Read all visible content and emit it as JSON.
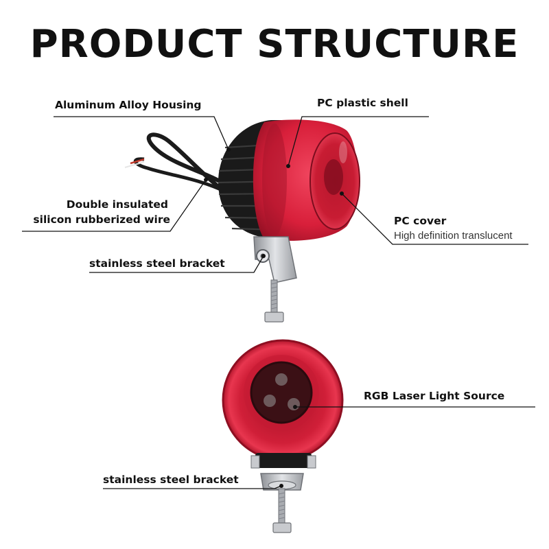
{
  "title": "PRODUCT STRUCTURE",
  "labels": {
    "housing": "Aluminum Alloy Housing",
    "shell": "PC plastic shell",
    "wire_line1": "Double insulated",
    "wire_line2": "silicon rubberized wire",
    "cover": "PC cover",
    "cover_sub": "High definition translucent",
    "bracket_top": "stainless steel bracket",
    "rgb": "RGB Laser Light Source",
    "bracket_bottom": "stainless steel bracket"
  },
  "colors": {
    "shell_red": "#d81f3a",
    "housing_black": "#1a1a1a",
    "steel": "#b9bcc1",
    "text": "#111111"
  }
}
